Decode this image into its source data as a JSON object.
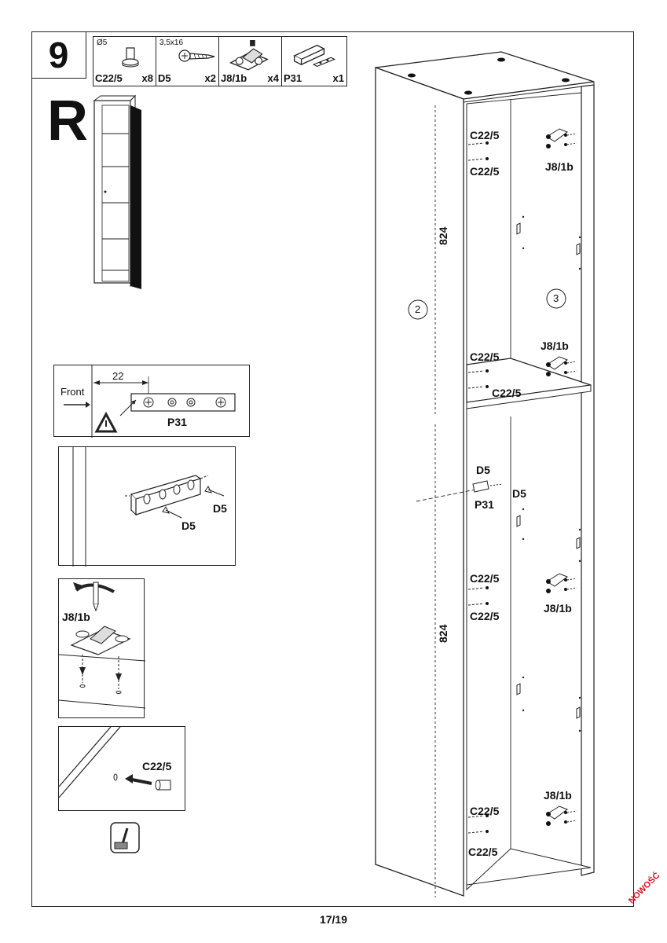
{
  "step_number": "9",
  "variant": "R",
  "parts": [
    {
      "size": "Ø5",
      "code": "C22/5",
      "qty": "x8",
      "icon": "dowel-icon"
    },
    {
      "size": "3,5x16",
      "code": "D5",
      "qty": "x2",
      "icon": "screw-icon"
    },
    {
      "size": "",
      "code": "J8/1b",
      "qty": "x4",
      "icon": "hinge-icon"
    },
    {
      "size": "",
      "code": "P31",
      "qty": "x1",
      "icon": "push-latch-icon"
    }
  ],
  "front_detail": {
    "front_label": "Front",
    "distance": "22",
    "part_code": "P31"
  },
  "latch_detail": {
    "screw_labels": [
      "D5",
      "D5"
    ]
  },
  "hinge_detail": {
    "part_code": "J8/1b"
  },
  "dowel_detail": {
    "part_code": "C22/5"
  },
  "main_drawing": {
    "panel_markers": [
      "2",
      "3"
    ],
    "dimensions": [
      "824",
      "824"
    ],
    "labels": {
      "dowel": "C22/5",
      "hinge": "J8/1b",
      "screw": "D5",
      "latch": "P31"
    }
  },
  "page_number": "17/19",
  "stamp": "NOWOŚĆ"
}
